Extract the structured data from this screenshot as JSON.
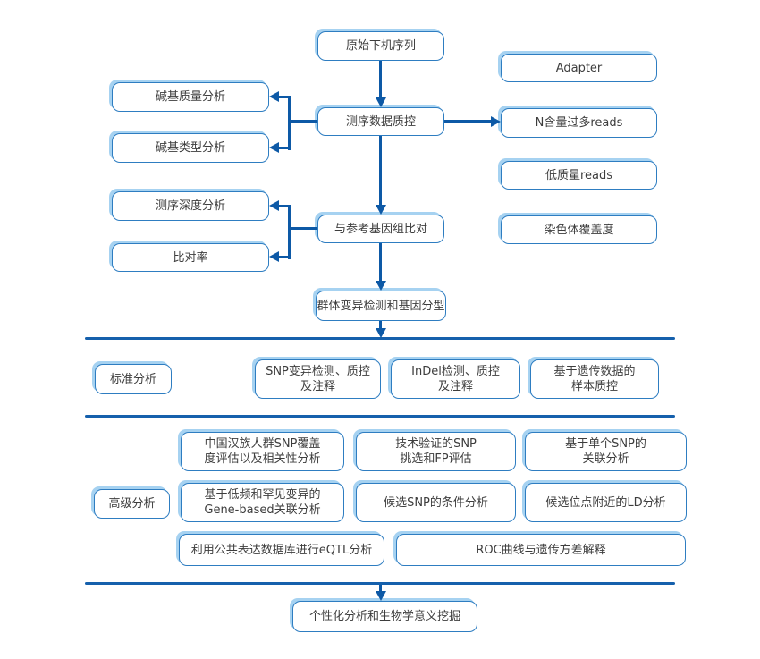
{
  "diagram": {
    "type": "flowchart",
    "language": "zh-CN",
    "colors": {
      "connector_line": "#0d59a6",
      "divider_line": "#1560ac",
      "box_border": "#2e7dc1",
      "box_offset_shadow": "#a6d2f1",
      "text": "#3d3d3d",
      "background": "#ffffff"
    },
    "nodes": {
      "raw_sequence": {
        "label": "原始下机序列"
      },
      "adapter": {
        "label": "Adapter"
      },
      "base_quality": {
        "label": "碱基质量分析"
      },
      "seq_data_qc": {
        "label": "测序数据质控"
      },
      "n_content_reads": {
        "label": "N含量过多reads"
      },
      "base_type": {
        "label": "碱基类型分析"
      },
      "low_quality_reads": {
        "label": "低质量reads"
      },
      "seq_depth": {
        "label": "测序深度分析"
      },
      "align_reference": {
        "label": "与参考基因组比对"
      },
      "chromosome_coverage": {
        "label": "染色体覆盖度"
      },
      "mapping_rate": {
        "label": "比对率"
      },
      "variant_genotyping": {
        "label": "群体变异检测和基因分型"
      },
      "standard_label": {
        "label": "标准分析"
      },
      "snp_detection": {
        "label": "SNP变异检测、质控\n及注释"
      },
      "indel_detection": {
        "label": "InDel检测、质控\n及注释"
      },
      "sample_qc": {
        "label": "基于遗传数据的\n样本质控"
      },
      "han_snp_coverage": {
        "label": "中国汉族人群SNP覆盖\n度评估以及相关性分析"
      },
      "tech_validated_snp": {
        "label": "技术验证的SNP\n挑选和FP评估"
      },
      "single_snp_assoc": {
        "label": "基于单个SNP的\n关联分析"
      },
      "advanced_label": {
        "label": "高级分析"
      },
      "gene_based_assoc": {
        "label": "基于低频和罕见变异的\nGene-based关联分析"
      },
      "conditional_analysis": {
        "label": "候选SNP的条件分析"
      },
      "ld_analysis": {
        "label": "候选位点附近的LD分析"
      },
      "eqtl_analysis": {
        "label": "利用公共表达数据库进行eQTL分析"
      },
      "roc_curve": {
        "label": "ROC曲线与遗传方差解释"
      },
      "personalized": {
        "label": "个性化分析和生物学意义挖掘"
      }
    },
    "sections": [
      "标准分析",
      "高级分析"
    ],
    "edges": [
      "原始下机序列 -> 测序数据质控",
      "测序数据质控 -> 碱基质量分析",
      "测序数据质控 -> 碱基类型分析",
      "测序数据质控 -> N含量过多reads",
      "测序数据质控 -> 与参考基因组比对",
      "与参考基因组比对 -> 测序深度分析",
      "与参考基因组比对 -> 比对率",
      "与参考基因组比对 -> 群体变异检测和基因分型",
      "群体变异检测和基因分型 -> 标准分析区",
      "高级分析区 -> 个性化分析和生物学意义挖掘"
    ]
  }
}
